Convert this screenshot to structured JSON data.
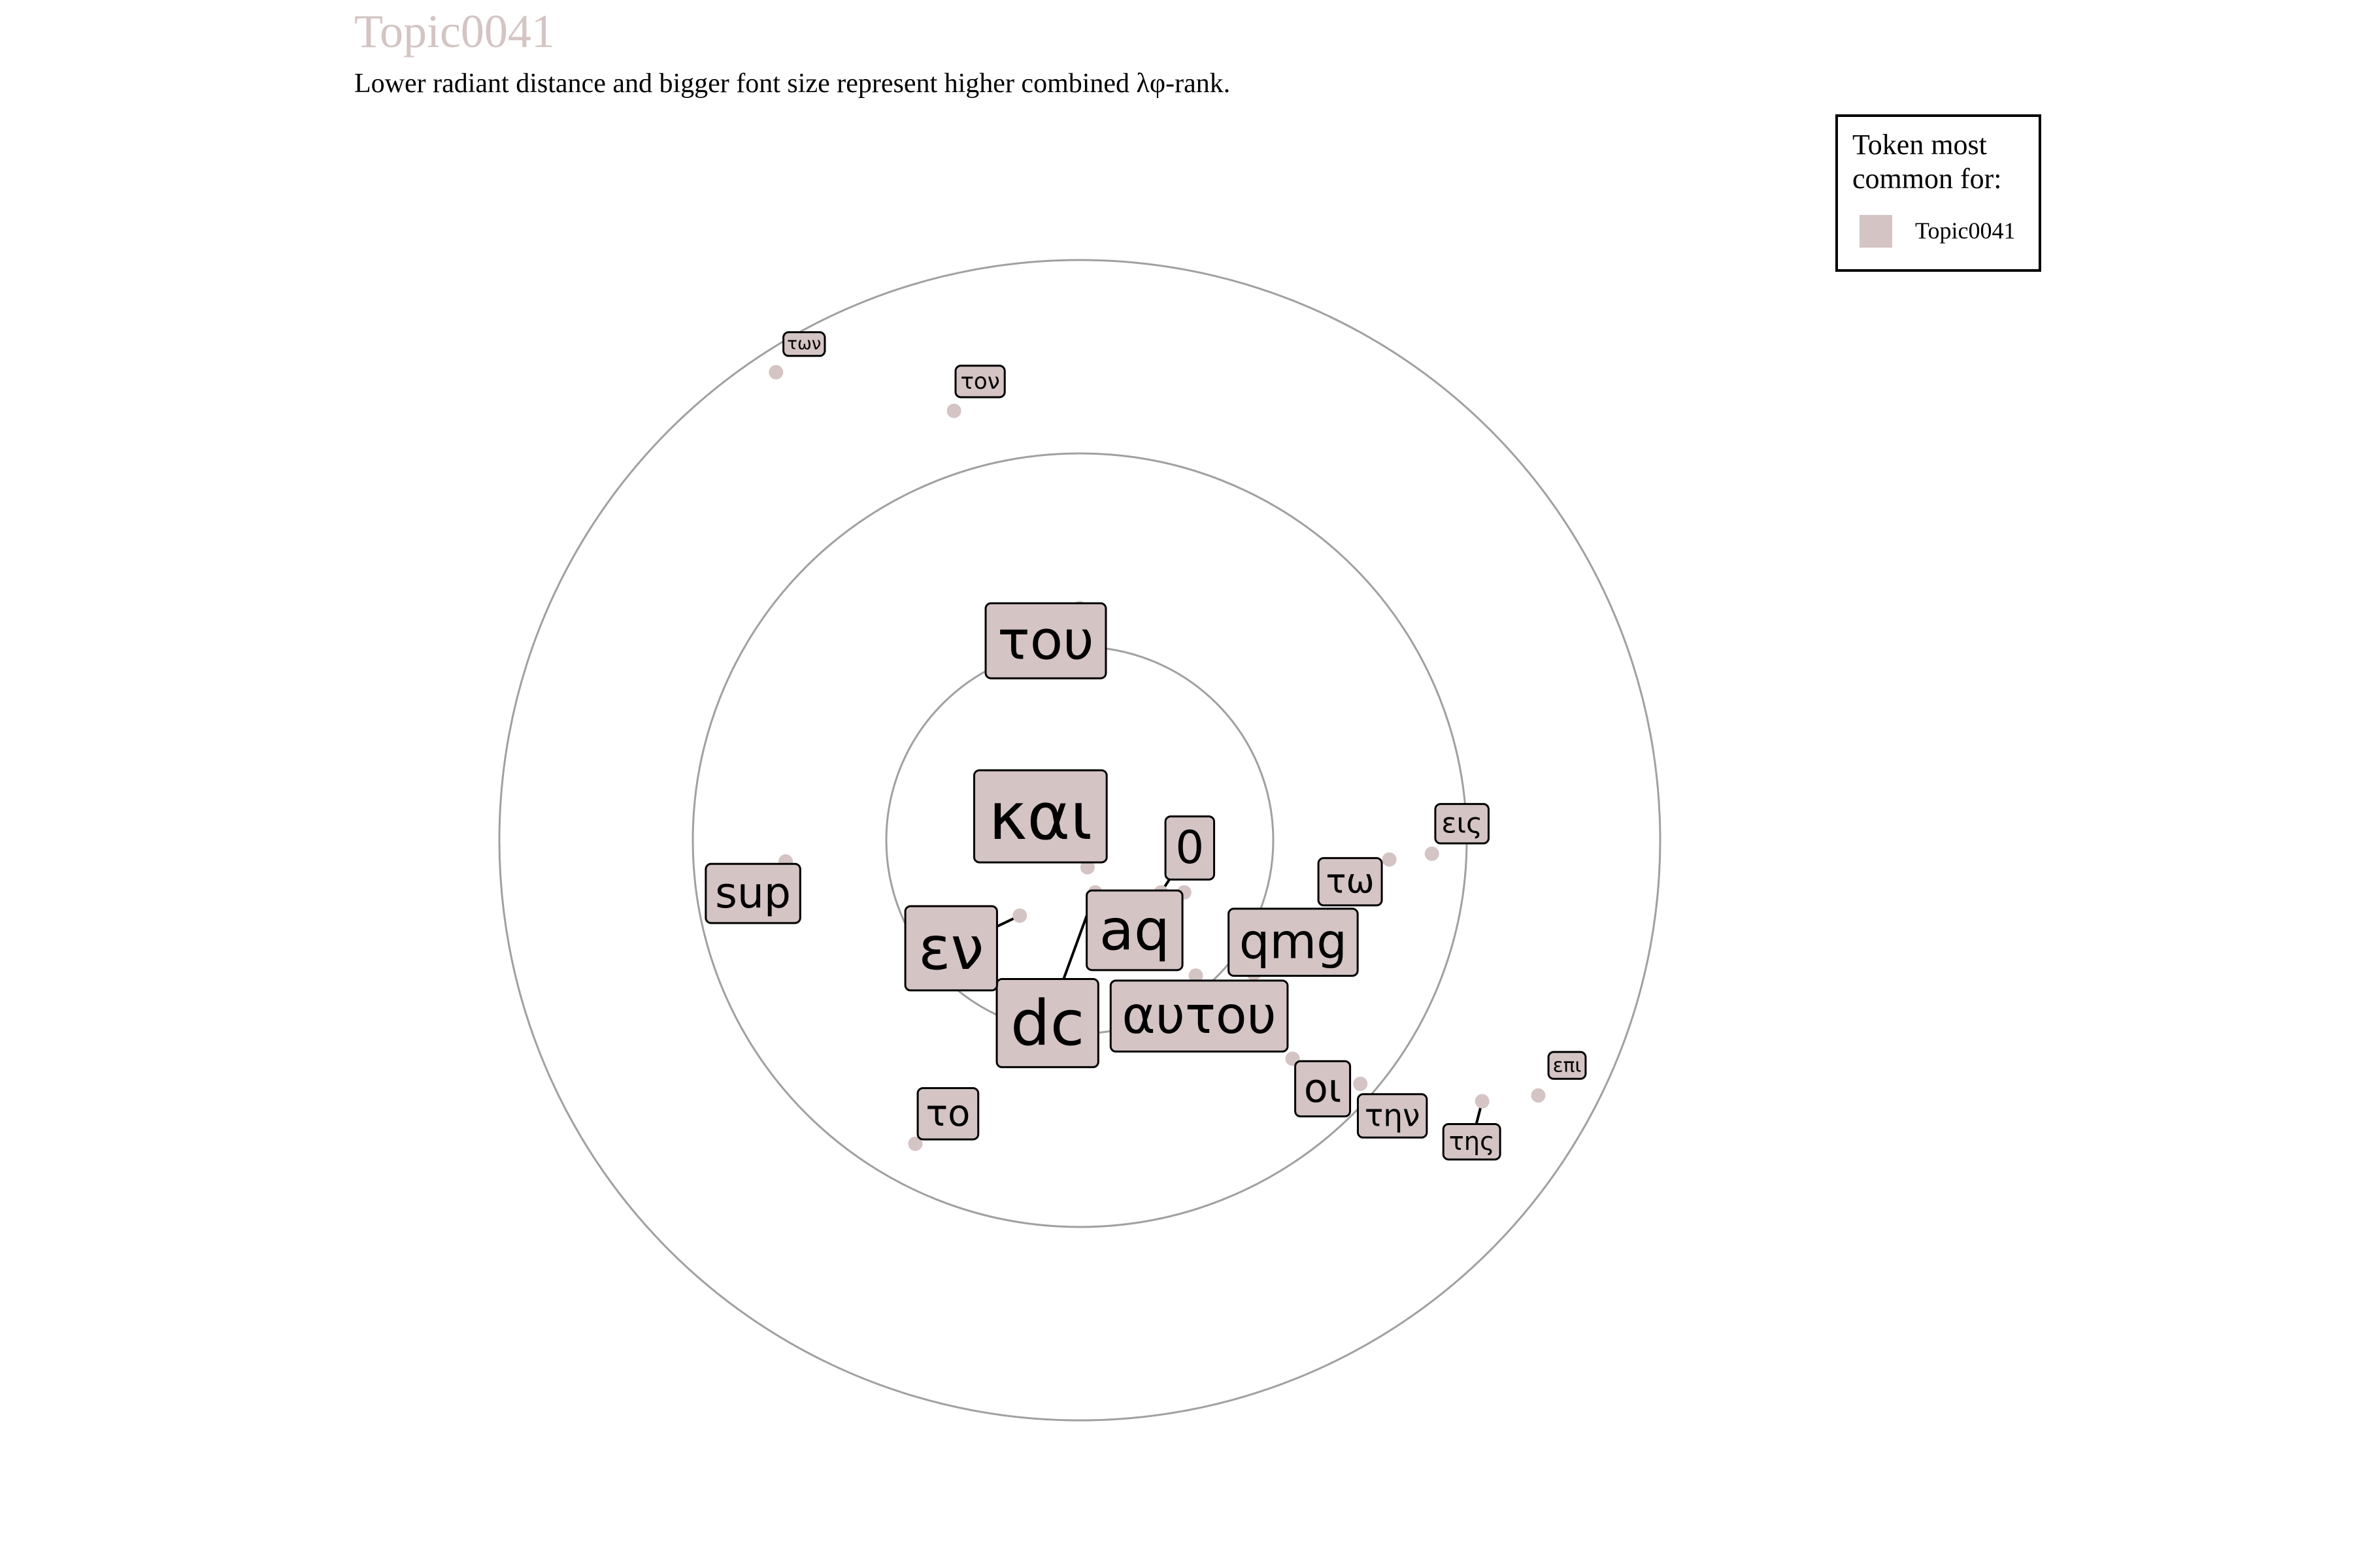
{
  "chart_data": {
    "type": "scatter",
    "title": "Topic0041",
    "subtitle": "Lower radiant distance and bigger font size represent higher combined λφ-rank.",
    "legend": {
      "title_line1": "Token most",
      "title_line2": "common for:",
      "entries": [
        {
          "label": "Topic0041",
          "color": "#d4c4c4"
        }
      ],
      "placement": "top-right"
    },
    "rings": [
      1,
      2,
      3
    ],
    "color": "#d4c4c4",
    "tokens": [
      {
        "label": "και",
        "x": 0.04,
        "y": -0.14,
        "rank": 1
      },
      {
        "label": "dc",
        "x": 0.08,
        "y": -0.27,
        "rank": 2
      },
      {
        "label": "εν",
        "x": -0.31,
        "y": -0.39,
        "rank": 3
      },
      {
        "label": "aq",
        "x": 0.54,
        "y": -0.27,
        "rank": 4
      },
      {
        "label": "του",
        "x": 0.0,
        "y": 1.2,
        "rank": 5
      },
      {
        "label": "αυτου",
        "x": 0.6,
        "y": -0.7,
        "rank": 6
      },
      {
        "label": "qmg",
        "x": 0.9,
        "y": -0.69,
        "rank": 7
      },
      {
        "label": "0",
        "x": 0.42,
        "y": -0.27,
        "rank": 8
      },
      {
        "label": "sup",
        "x": -1.52,
        "y": -0.11,
        "rank": 9
      },
      {
        "label": "οι",
        "x": 1.1,
        "y": -1.13,
        "rank": 10
      },
      {
        "label": "το",
        "x": -0.85,
        "y": -1.57,
        "rank": 11
      },
      {
        "label": "τω",
        "x": 1.6,
        "y": -0.1,
        "rank": 12
      },
      {
        "label": "την",
        "x": 1.45,
        "y": -1.26,
        "rank": 13
      },
      {
        "label": "εις",
        "x": 1.82,
        "y": -0.07,
        "rank": 14
      },
      {
        "label": "της",
        "x": 2.08,
        "y": -1.35,
        "rank": 15
      },
      {
        "label": "τον",
        "x": -0.65,
        "y": 2.22,
        "rank": 16
      },
      {
        "label": "επι",
        "x": 2.37,
        "y": -1.32,
        "rank": 17
      },
      {
        "label": "των",
        "x": -1.57,
        "y": 2.42,
        "rank": 18
      }
    ]
  }
}
